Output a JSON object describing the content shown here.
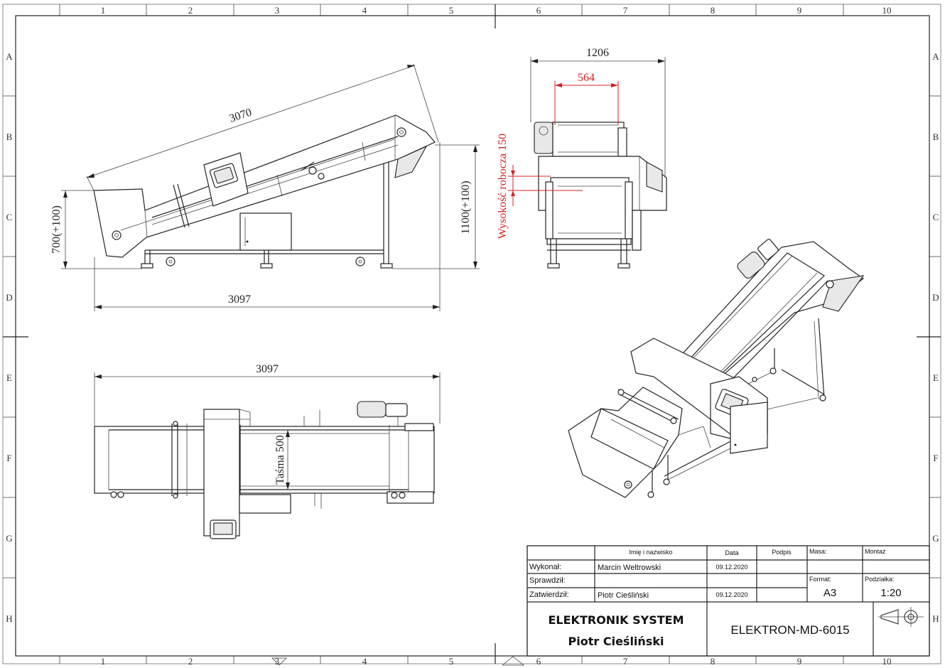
{
  "sheet": {
    "columns": [
      "1",
      "2",
      "3",
      "4",
      "5",
      "6",
      "7",
      "8",
      "9",
      "10"
    ],
    "rows": [
      "A",
      "B",
      "C",
      "D",
      "E",
      "F",
      "G",
      "H"
    ]
  },
  "dimensions": {
    "side_length_diag": "3070",
    "side_length_base": "3097",
    "side_height_left": "700(+100)",
    "side_height_right": "1100(+100)",
    "front_width_total": "1206",
    "front_width_inner": "564",
    "front_working_height": "Wysokość robocza 150",
    "top_length": "3097",
    "top_belt": "Taśma 500"
  },
  "title_block": {
    "col_name_header": "Imię i nazwisko",
    "col_date_header": "Data",
    "col_sign_header": "Podpis",
    "mass_label": "Masa:",
    "assembly_label": "Montaż",
    "format_label": "Format:",
    "format_value": "A3",
    "scale_label": "Podziałka:",
    "scale_value": "1:20",
    "rows": [
      {
        "role": "Wykonał:",
        "name": "Marcin Weltrowski",
        "date": "09.12.2020"
      },
      {
        "role": "Sprawdził:",
        "name": "",
        "date": ""
      },
      {
        "role": "Zatwierdził:",
        "name": "Piotr Cieśliński",
        "date": "09.12.2020"
      }
    ],
    "company_line1": "ELEKTRONIK SYSTEM",
    "company_line2": "Piotr Cieśliński",
    "drawing_number": "ELEKTRON-MD-6015"
  }
}
